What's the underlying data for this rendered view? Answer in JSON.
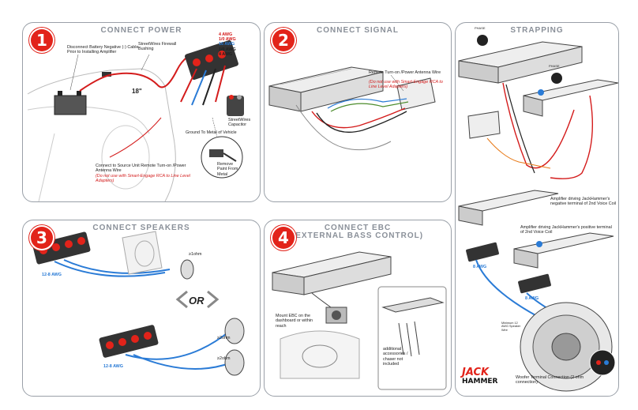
{
  "panels": {
    "p1": {
      "num": "1",
      "title": "CONNECT POWER"
    },
    "p2": {
      "num": "2",
      "title": "CONNECT SIGNAL"
    },
    "p3": {
      "num": "3",
      "title": "CONNECT SPEAKERS"
    },
    "p4": {
      "num": "4",
      "title_line1": "CONNECT EBC",
      "title_line2": "(EXTERNAL BASS CONTROL)"
    },
    "p5": {
      "title": "STRAPPING"
    }
  },
  "power": {
    "battery_label": "Disconnect Battery Negative (-) Cable Prior to Installing Amplifier",
    "bushing_label": "StreetWires Firewall Bushing",
    "awg_list": [
      "4 AWG",
      "1/0 AWG",
      "16 AWG",
      "1/0 AWG",
      "4 AWG"
    ],
    "distance": "18\"",
    "capacitor_label": "StreetWires Capacitor",
    "ground_label": "Ground To Metal of Vehicle",
    "paint_label": "Remove Paint From Metal",
    "source_label": "Connect to Source Unit Remote Turn-on /Power Antenna Wire",
    "source_warning": "(Do not use with Smart-Engage RCA to Line Level Adapters)"
  },
  "signal": {
    "remote_label": "Remote Turn-on /Power Antenna Wire",
    "remote_warning": "(Do not use with Smart-Engage RCA to Line Level Adapters)"
  },
  "speakers": {
    "awg_top": "12-8 AWG",
    "awg_bottom": "12-8 AWG",
    "ohm_top": "≥1ohm",
    "ohm_b1": "≥2ohm",
    "ohm_b2": "≥2ohm",
    "or_text": "OR"
  },
  "ebc": {
    "mount_label": "Mount EBC on the dashboard or within reach",
    "accessories_label": "additional accessories / chaser not included"
  },
  "strapping": {
    "phase_top": "PHASE",
    "phase_mid": "PHASE",
    "neg_label": "Amplifier driving JackHammer's negative terminal of 2nd Voice Coil",
    "pos_label": "Amplifier driving JackHammer's positive terminal of 2nd Voice Coil",
    "awg_left": "8 AWG",
    "awg_mid": "8 AWG",
    "min_label": "Minimum 12 AWG Speaker Wire",
    "woofer_label": "Woofer Terminal Connection (2 ohm connection)",
    "logo_line1": "JACK",
    "logo_line2": "HAMMER"
  },
  "colors": {
    "accent_red": "#e2231a",
    "wire_blue": "#2a7bd6",
    "wire_red": "#d41c1c",
    "title_gray": "#8a9099"
  }
}
